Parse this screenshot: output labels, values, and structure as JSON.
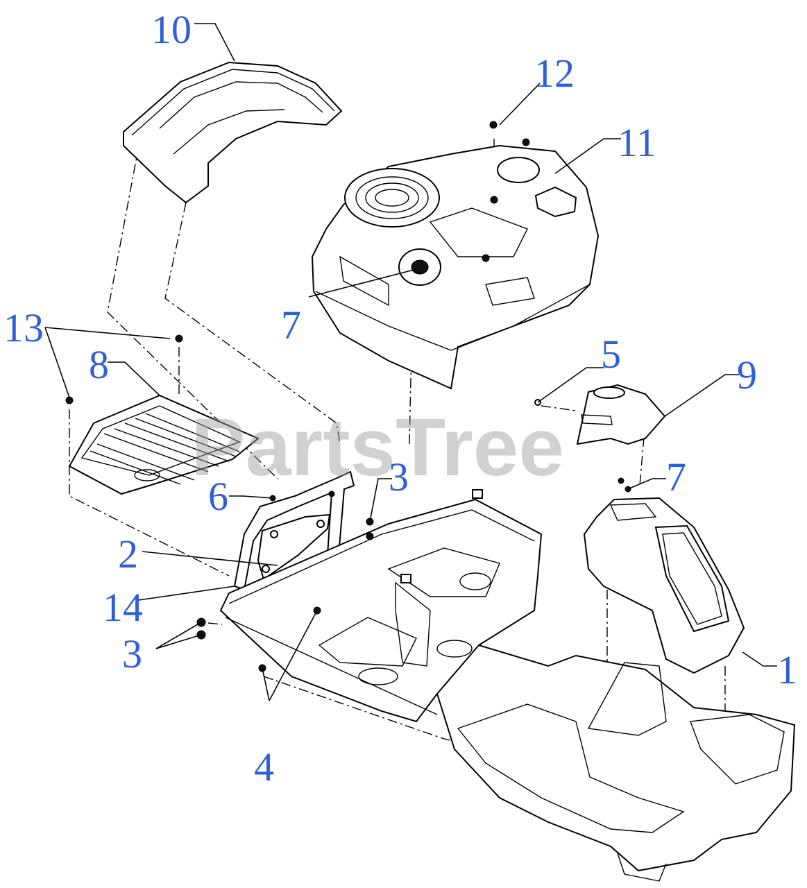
{
  "watermark": "PartsTree",
  "callouts": [
    {
      "id": "c10",
      "label": "10"
    },
    {
      "id": "c12",
      "label": "12"
    },
    {
      "id": "c11",
      "label": "11"
    },
    {
      "id": "c7a",
      "label": "7"
    },
    {
      "id": "c13",
      "label": "13"
    },
    {
      "id": "c8",
      "label": "8"
    },
    {
      "id": "c5",
      "label": "5"
    },
    {
      "id": "c9",
      "label": "9"
    },
    {
      "id": "c3a",
      "label": "3"
    },
    {
      "id": "c7b",
      "label": "7"
    },
    {
      "id": "c6",
      "label": "6"
    },
    {
      "id": "c2",
      "label": "2"
    },
    {
      "id": "c14",
      "label": "14"
    },
    {
      "id": "c3b",
      "label": "3"
    },
    {
      "id": "c1",
      "label": "1"
    },
    {
      "id": "c4",
      "label": "4"
    }
  ]
}
